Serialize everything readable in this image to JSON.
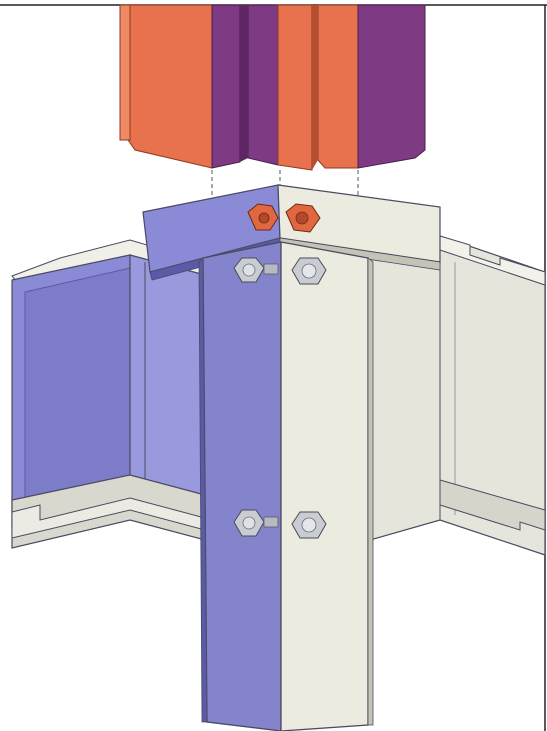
{
  "figure": {
    "colors": {
      "background": "#ffffff",
      "frame": "#222222",
      "column_orange": "#e8714e",
      "column_orange_dark": "#b84e31",
      "column_purple": "#7e3a82",
      "column_purple_dark": "#5e2763",
      "plate_blue": "#8484cc",
      "plate_blue_dark": "#5a5aa8",
      "plate_cream": "#ecebe0",
      "plate_cream_dark": "#c5c3b5",
      "channel_blue": "#8a8ad6",
      "channel_cream": "#e6e5dc",
      "outline": "#4a4a60",
      "bolt_silver": "#c9ccd2",
      "bolt_shadow": "#8c9098",
      "nut_orange": "#e0673f",
      "centerline": "#555555"
    },
    "parts": {
      "upper_column": "split-column",
      "cap_plate": "cap-plate",
      "angle_bracket": "angle-bracket",
      "channel_beam": "channel-beam",
      "bolts": "hex-bolt-icon",
      "top_nuts": "hex-nut-icon"
    }
  }
}
